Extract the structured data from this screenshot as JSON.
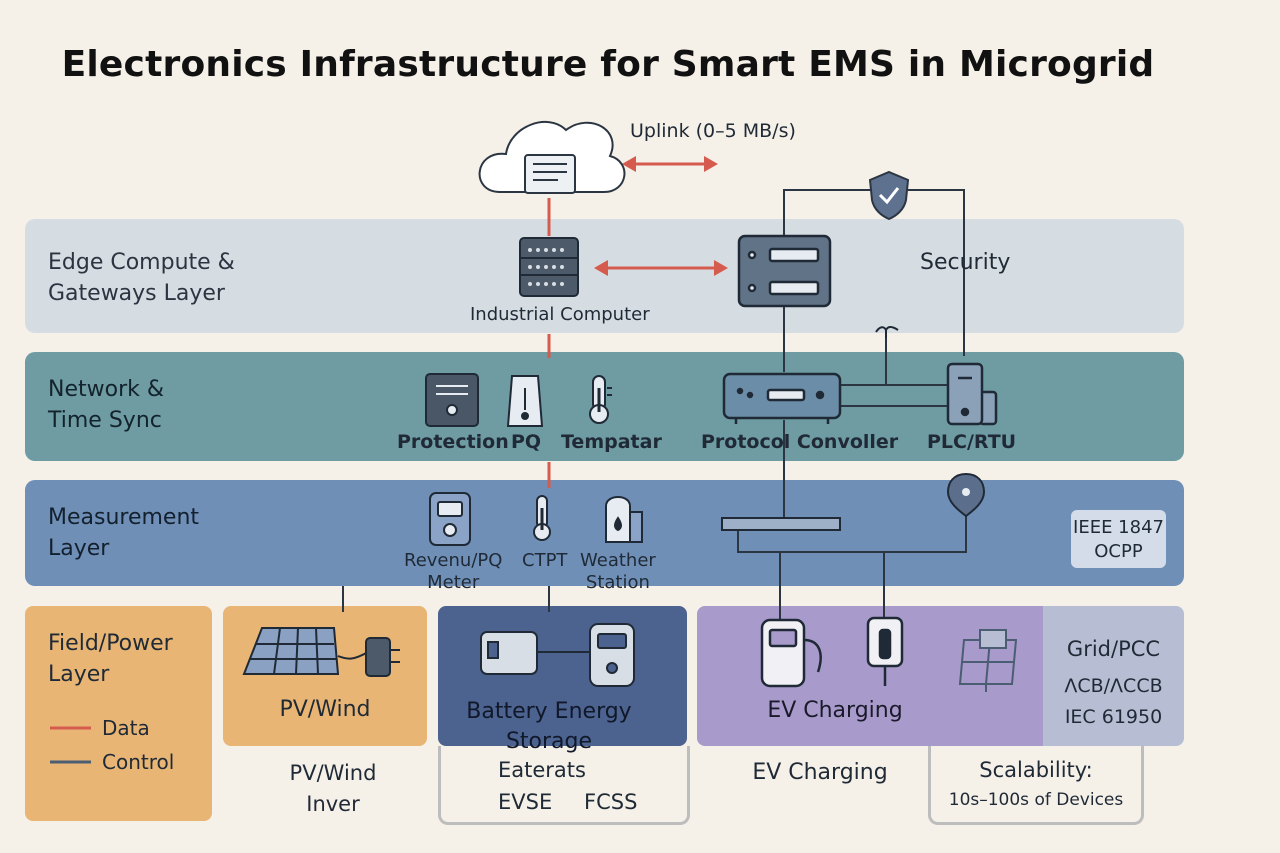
{
  "title": "Electronics Infrastructure for Smart EMS in Microgrid",
  "uplink": "Uplink (0–5 MB/s)",
  "layers": {
    "edge": [
      "Edge Compute &",
      "Gateways Layer"
    ],
    "network": [
      "Network &",
      "Time Sync"
    ],
    "measurement": [
      "Measurement",
      "Layer"
    ],
    "field": [
      "Field/Power",
      "Layer"
    ]
  },
  "edge_labels": {
    "industrial_computer": "Industrial Computer",
    "security": "Security"
  },
  "network_labels": {
    "protection": "Protection",
    "pq": "PQ",
    "tempatar": "Tempatar",
    "protocol_convoller": "Protocol Convoller",
    "plc_rtu": "PLC/RTU"
  },
  "measurement_labels": {
    "revenu_pq_meter": [
      "Revenu/PQ",
      "Meter"
    ],
    "ctpt": "CTPT",
    "weather_station": [
      "Weather",
      "Station"
    ],
    "standards": [
      "IEEE 1847",
      "OCPP"
    ]
  },
  "legend": {
    "data": "Data",
    "control": "Control"
  },
  "field_cards": {
    "pv_wind": "PV/Wind",
    "battery": [
      "Battery Energy",
      "Storage"
    ],
    "ev": "EV Charging",
    "grid": {
      "title": "Grid/PCC",
      "line1": "ΛCB/ΛCCB",
      "line2": "IEC 61950"
    }
  },
  "footer": {
    "pv": [
      "PV/Wind",
      "Inver"
    ],
    "battery": [
      "Eaterats",
      "EVSE",
      "FCSS"
    ],
    "ev": "EV Charging",
    "scalability": [
      "Scalability:",
      "10s–100s of Devices"
    ]
  },
  "colors": {
    "data_line": "#d65b4f",
    "control_line": "#4b5d73",
    "edge_band": "#d6dde2",
    "network_band": "#6f9ba3",
    "measurement_band": "#6f8fb7",
    "field_band": "#e8b574",
    "battery_card": "#4c628f",
    "ev_card": "#a89bcc",
    "grid_card": "#b7bdd3"
  }
}
